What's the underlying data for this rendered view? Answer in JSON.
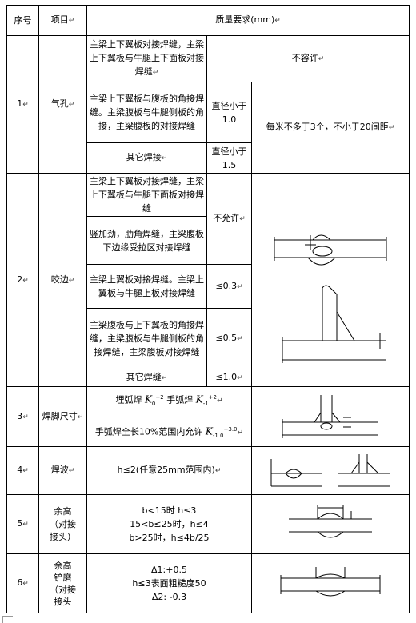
{
  "mark": "↵",
  "header": {
    "no": "序号",
    "item": "项目",
    "req": "质量要求(mm)"
  },
  "rows": {
    "r1": {
      "no": "1",
      "item": "气孔",
      "a_desc": "主梁上下翼板对接焊缝，主梁上下翼板与牛腿上下面板对接焊缝",
      "a_val": "不容许",
      "b_desc": "主梁上下翼板与腹板的角接焊缝。主梁腹板与牛腿侧板的角接，主梁腹板的对接焊缝",
      "b_val": "直径小于1.0",
      "c_desc": "其它焊接",
      "c_val": "直径小于1.5",
      "note": "每米不多于3个，不小于20间距"
    },
    "r2": {
      "no": "2",
      "item": "咬边",
      "a_desc": "主梁上下翼板对接焊缝，主梁上下翼板与牛腿下面板对接焊缝",
      "b_desc": "竖加劲，肋角焊缝，主梁腹板下边缘受拉区对接焊缝",
      "ab_val": "不允许",
      "c_desc": "主梁上翼板对接焊缝。主梁上翼板与牛腿上板对接焊缝",
      "c_val": "≤0.3",
      "d_desc": "主梁腹板与上下翼板的角接焊缝，主梁腹板与牛腿侧板的角接焊缝，主梁腹板对接焊缝",
      "d_val": "≤0.5",
      "e_desc": "其它焊缝",
      "e_val": "≤1.0"
    },
    "r3": {
      "no": "3",
      "item": "焊脚尺寸",
      "line1_a": "埋弧焊",
      "k1": "K",
      "k1_sub": "0",
      "k1_sup": "+2",
      "line1_b": "手弧焊",
      "k2": "K",
      "k2_sub": "-1",
      "k2_sup": "+2",
      "line2": "手弧焊全长10%范围内允许",
      "k3": "K",
      "k3_sub": "-1.0",
      "k3_sup": "+3.0"
    },
    "r4": {
      "no": "4",
      "item": "焊波",
      "req": "h≤2(任意25mm范围内)"
    },
    "r5": {
      "no": "5",
      "item_l1": "余高",
      "item_l2": "（对接",
      "item_l3": "接头）",
      "l1": "b<15时   h≤3",
      "l2": "15<b≤25时，h≤4",
      "l3": "b>25时，h≤4b/25"
    },
    "r6": {
      "no": "6",
      "item_l1": "余高",
      "item_l2": "铲磨",
      "item_l3": "（对接",
      "item_l4": "接头",
      "l1": "Δ1:+0.5",
      "l2": "h≤3表面粗糙度50",
      "l3": "Δ2: -0.3"
    }
  }
}
